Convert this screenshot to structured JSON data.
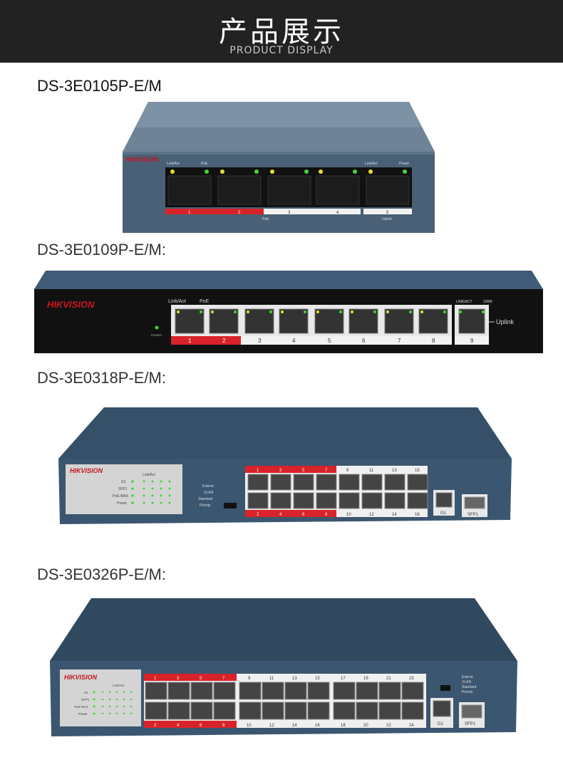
{
  "header": {
    "title": "产品展示",
    "subtitle": "PRODUCT DISPLAY"
  },
  "colors": {
    "header_bg": "#222222",
    "chassis_blue": "#3d566d",
    "front_black": "#111111",
    "poe_red": "#d8232a",
    "led_green": "#45d43a",
    "led_yellow": "#e6e02a",
    "brand_red": "#c8161d"
  },
  "products": [
    {
      "model": "DS-3E0105P-E/M",
      "brand": "HIKVISION",
      "led_labels": [
        "Link/Act",
        "PoE",
        "Link/Act",
        "Power"
      ],
      "ports": [
        "1",
        "2",
        "3",
        "4",
        "5"
      ],
      "group_labels": [
        "PoE",
        "Uplink"
      ]
    },
    {
      "model": "DS-3E0109P-E/M:",
      "brand": "HIKVISION",
      "led_labels": [
        "Link/Act",
        "PoE",
        "LINK/ACT",
        "100M",
        "POWER"
      ],
      "ports": [
        "1",
        "2",
        "3",
        "4",
        "5",
        "6",
        "7",
        "8",
        "9"
      ],
      "uplink_label": "Uplink"
    },
    {
      "model": "DS-3E0318P-E/M:",
      "brand": "HIKVISION",
      "status_labels": [
        "G1",
        "SFP1",
        "PoE-MAX",
        "Power"
      ],
      "linkact_label": "Link/Act",
      "mode_labels": [
        "Extend",
        "VLAN",
        "Standard",
        "Priority"
      ],
      "top_ports": [
        "1",
        "3",
        "5",
        "7",
        "9",
        "11",
        "13",
        "15"
      ],
      "bottom_ports": [
        "2",
        "4",
        "6",
        "8",
        "10",
        "12",
        "14",
        "16"
      ],
      "uplink_ports": [
        "G1",
        "SFP1"
      ]
    },
    {
      "model": "DS-3E0326P-E/M:",
      "brand": "HIKVISION",
      "status_labels": [
        "G1",
        "SFP1",
        "PoE-MAX",
        "Power"
      ],
      "linkact_label": "Link/Act",
      "mode_labels": [
        "Extend",
        "VLAN",
        "Standard",
        "Priority"
      ],
      "top_ports": [
        "1",
        "3",
        "5",
        "7",
        "9",
        "11",
        "13",
        "15",
        "17",
        "19",
        "21",
        "23"
      ],
      "bottom_ports": [
        "2",
        "4",
        "6",
        "8",
        "10",
        "12",
        "14",
        "16",
        "18",
        "20",
        "22",
        "24"
      ],
      "uplink_ports": [
        "G1",
        "SFP1"
      ]
    }
  ]
}
